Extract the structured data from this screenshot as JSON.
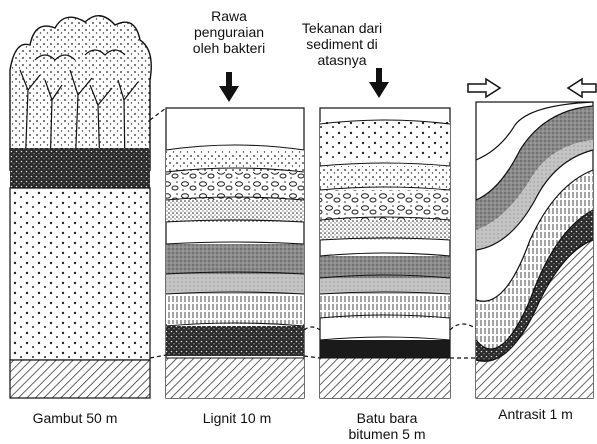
{
  "annotations": {
    "rawa": [
      "Rawa",
      "penguraian",
      "oleh bakteri"
    ],
    "tekanan": [
      "Tekanan dari",
      "sediment di",
      "atasnya"
    ]
  },
  "stages": [
    {
      "label": [
        "Gambut 50 m"
      ]
    },
    {
      "label": [
        "Lignit 10 m"
      ]
    },
    {
      "label": [
        "Batu bara",
        "bitumen 5 m"
      ]
    },
    {
      "label": [
        "Antrasit 1 m"
      ]
    }
  ],
  "colors": {
    "ink": "#111111",
    "paper": "#ffffff",
    "mid": "#8a8a8a",
    "dark": "#2a2a2a"
  }
}
